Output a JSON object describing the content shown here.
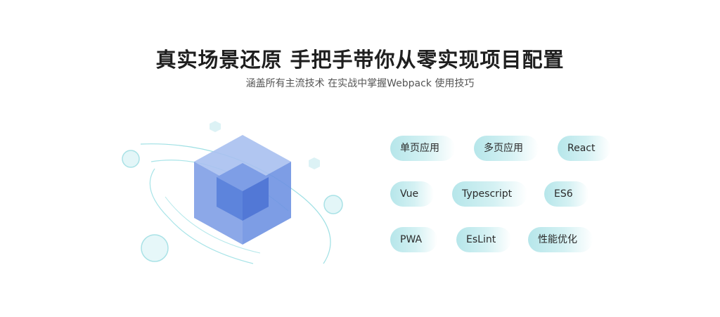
{
  "header": {
    "title": "真实场景还原 手把手带你从零实现项目配置",
    "subtitle": "涵盖所有主流技术 在实战中掌握Webpack 使用技巧"
  },
  "illustration": {
    "icon": "webpack-cube-icon",
    "colors": {
      "cube_outer": "#7c9ee6",
      "cube_inner": "#5d84dc",
      "orbit": "#8fdde1",
      "bubble": "#bfeaee"
    }
  },
  "tags": [
    {
      "label": "单页应用"
    },
    {
      "label": "多页应用"
    },
    {
      "label": "React"
    },
    {
      "label": "Vue"
    },
    {
      "label": "Typescript"
    },
    {
      "label": "ES6"
    },
    {
      "label": "PWA"
    },
    {
      "label": "EsLint"
    },
    {
      "label": "性能优化"
    }
  ],
  "colors": {
    "title": "#1f1f1f",
    "subtitle": "#555555",
    "tag_bg": "#b6e6ea"
  }
}
